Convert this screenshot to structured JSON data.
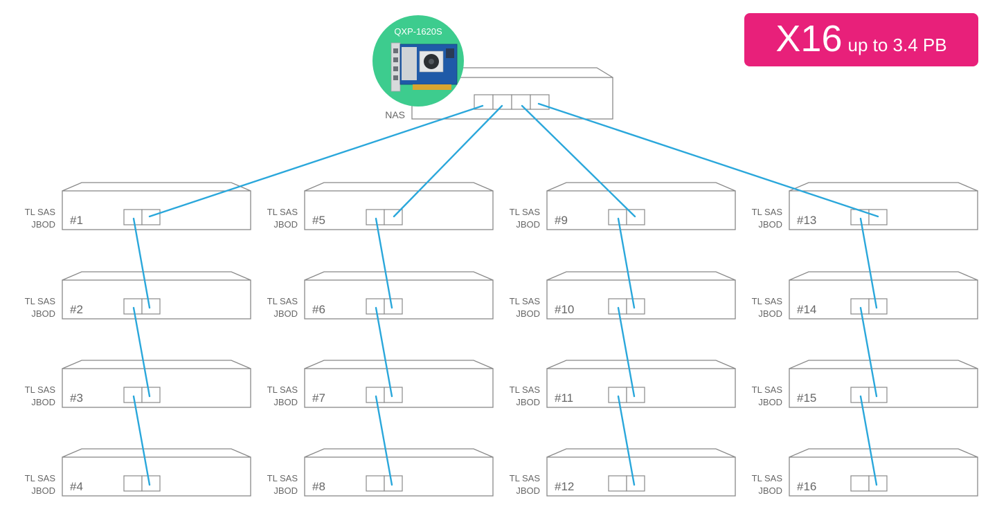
{
  "badge": {
    "main": "X16",
    "sub": "up to 3.4 PB",
    "color": "#e8207a"
  },
  "nas": {
    "label": "NAS",
    "card_name": "QXP-1620S",
    "card_circle_color": "#3dcc8e"
  },
  "jbod": {
    "line1": "TL SAS",
    "line2": "JBOD",
    "units": [
      "#1",
      "#2",
      "#3",
      "#4",
      "#5",
      "#6",
      "#7",
      "#8",
      "#9",
      "#10",
      "#11",
      "#12",
      "#13",
      "#14",
      "#15",
      "#16"
    ]
  },
  "colors": {
    "cable": "#2aa7db",
    "outline": "#888888",
    "text": "#666666"
  }
}
